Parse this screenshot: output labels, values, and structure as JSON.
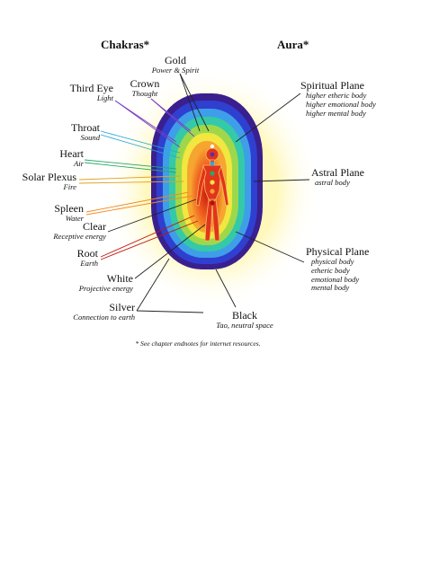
{
  "headings": {
    "chakras": "Chakras*",
    "aura": "Aura*"
  },
  "chakras": [
    {
      "key": "gold",
      "name": "Gold",
      "desc": "Power & Spirit"
    },
    {
      "key": "crown",
      "name": "Crown",
      "desc": "Thought"
    },
    {
      "key": "third-eye",
      "name": "Third Eye",
      "desc": "Light"
    },
    {
      "key": "throat",
      "name": "Throat",
      "desc": "Sound"
    },
    {
      "key": "heart",
      "name": "Heart",
      "desc": "Air"
    },
    {
      "key": "solar-plexus",
      "name": "Solar Plexus",
      "desc": "Fire"
    },
    {
      "key": "spleen",
      "name": "Spleen",
      "desc": "Water"
    },
    {
      "key": "clear",
      "name": "Clear",
      "desc": "Receptive energy"
    },
    {
      "key": "root",
      "name": "Root",
      "desc": "Earth"
    },
    {
      "key": "white",
      "name": "White",
      "desc": "Projective energy"
    },
    {
      "key": "silver",
      "name": "Silver",
      "desc": "Connection to earth"
    },
    {
      "key": "black",
      "name": "Black",
      "desc": "Tao, neutral space"
    }
  ],
  "planes": [
    {
      "key": "spiritual",
      "name": "Spiritual Plane",
      "lines": [
        "higher etheric body",
        "higher emotional body",
        "higher mental body"
      ]
    },
    {
      "key": "astral",
      "name": "Astral Plane",
      "lines": [
        "astral body"
      ]
    },
    {
      "key": "physical",
      "name": "Physical Plane",
      "lines": [
        "physical body",
        "etheric body",
        "emotional body",
        "mental body"
      ]
    }
  ],
  "footnote": "* See chapter endnotes for internet resources.",
  "colors": {
    "aura_rings": [
      "#3a1f8f",
      "#2f3fd0",
      "#3f9ee8",
      "#34c9a8",
      "#9ed84a",
      "#f2e640",
      "#f6a530",
      "#ef5a20"
    ],
    "glow": "#fff6a8",
    "body": "#e2341c",
    "lines_throat": "#2aa8d8",
    "lines_heart": "#2aa86a",
    "lines_solar": "#e0a020",
    "lines_default": "#222222"
  }
}
